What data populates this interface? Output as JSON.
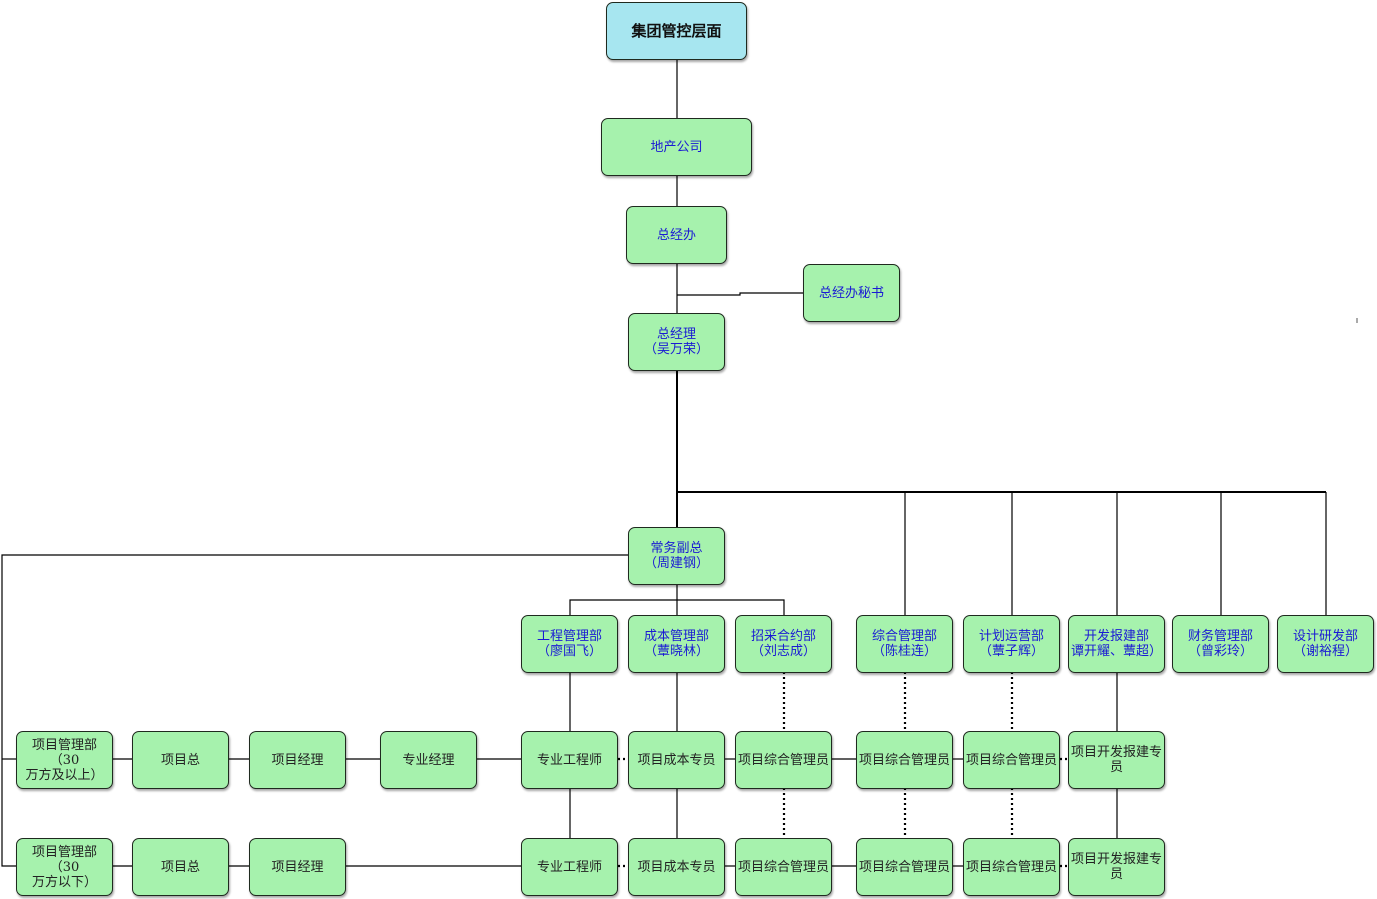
{
  "colors": {
    "node_fill": "#a6f2ad",
    "root_fill": "#a7e6f0",
    "blue_text": "#1a1ad4",
    "line": "#000000"
  },
  "nodes": {
    "group": "集团管控层面",
    "realestate": "地产公司",
    "gm_office": "总经办",
    "gm_secretary": "总经办秘书",
    "gm": "总经理\n（吴万荣）",
    "exec_vp": "常务副总\n（周建钢）",
    "engineering": "工程管理部\n（廖国飞）",
    "cost": "成本管理部\n（蕈晓林）",
    "procurement": "招采合约部\n（刘志成）",
    "admin": "综合管理部\n（陈桂连）",
    "planning": "计划运营部\n（蕈子辉）",
    "development": "开发报建部\n谭开耀、蕈超）",
    "finance": "财务管理部\n（曾彩玲）",
    "design": "设计研发部\n（谢裕程）",
    "pm_large": "项目管理部（30\n万方及以上）",
    "pm_small": "项目管理部（30\n万方以下）",
    "proj_head_1": "项目总",
    "proj_head_2": "项目总",
    "proj_mgr_1": "项目经理",
    "proj_mgr_2": "项目经理",
    "spec_mgr": "专业经理",
    "spec_eng_1": "专业工程师",
    "spec_eng_2": "专业工程师",
    "cost_spec_1": "项目成本专员",
    "cost_spec_2": "项目成本专员",
    "proc_admin_1": "项目综合管理员",
    "proc_admin_2": "项目综合管理员",
    "admin_admin_1": "项目综合管理员",
    "admin_admin_2": "项目综合管理员",
    "plan_admin_1": "项目综合管理员",
    "plan_admin_2": "项目综合管理员",
    "dev_spec_1": "项目开发报建专\n员",
    "dev_spec_2": "项目开发报建专\n员"
  }
}
